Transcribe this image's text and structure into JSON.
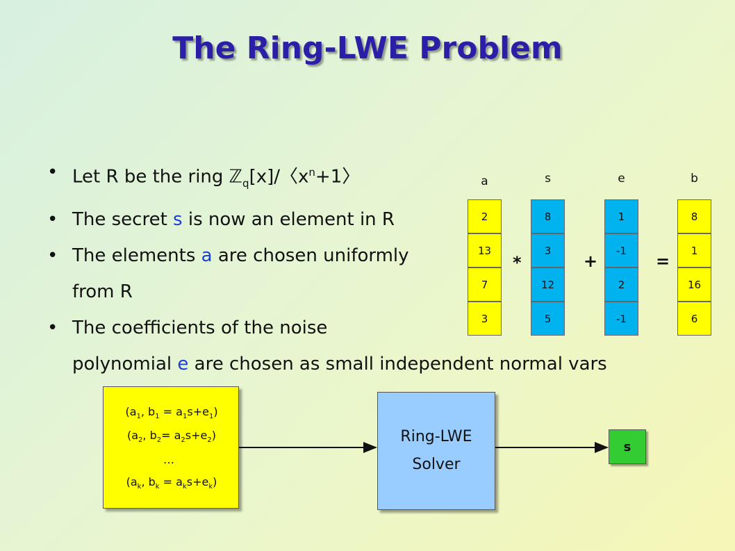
{
  "title": "The Ring-LWE Problem",
  "bullets": [
    {
      "pre": "Let R be the ring ",
      "ring": "ℤ",
      "ring_sub": "q",
      "mid": "[x]/〈x",
      "sup": "n",
      "post": "+1〉"
    },
    {
      "pre": "The secret ",
      "var": "s",
      "post": " is now an element in R"
    },
    {
      "pre": "The elements ",
      "var": "a",
      "post": " are chosen uniformly",
      "cont": "from R"
    },
    {
      "pre": "The coefficients of the noise",
      "cont_pre": "polynomial ",
      "var": "e",
      "cont_post": " are chosen as small independent normal vars"
    }
  ],
  "vectors": {
    "a": {
      "label": "a",
      "values": [
        "2",
        "13",
        "7",
        "3"
      ],
      "color": "#ffff00"
    },
    "s": {
      "label": "s",
      "values": [
        "8",
        "3",
        "12",
        "5"
      ],
      "color": "#00b2ee"
    },
    "e": {
      "label": "e",
      "values": [
        "1",
        "-1",
        "2",
        "-1"
      ],
      "color": "#00b2ee"
    },
    "b": {
      "label": "b",
      "values": [
        "8",
        "1",
        "16",
        "6"
      ],
      "color": "#ffff00"
    }
  },
  "operators": {
    "mul": "*",
    "add": "+",
    "eq": "="
  },
  "samples": {
    "lines": [
      {
        "a": "a",
        "ai": "1",
        "b": "b",
        "bi": "1",
        "rhs_a": "a",
        "rai": "1",
        "s": "s",
        "e": "e",
        "ei": "1"
      },
      {
        "a": "a",
        "ai": "2",
        "b": "b",
        "bi": "2",
        "rhs_a": "a",
        "rai": "2",
        "s": "s",
        "e": "e",
        "ei": "2"
      },
      {
        "a": "a",
        "ai": "k",
        "b": "b",
        "bi": "k",
        "rhs_a": "a",
        "rai": "k",
        "s": "s",
        "e": "e",
        "ei": "k"
      }
    ],
    "ellipsis": "…"
  },
  "solver": {
    "line1": "Ring-LWE",
    "line2": "Solver"
  },
  "output": {
    "label": "s"
  }
}
